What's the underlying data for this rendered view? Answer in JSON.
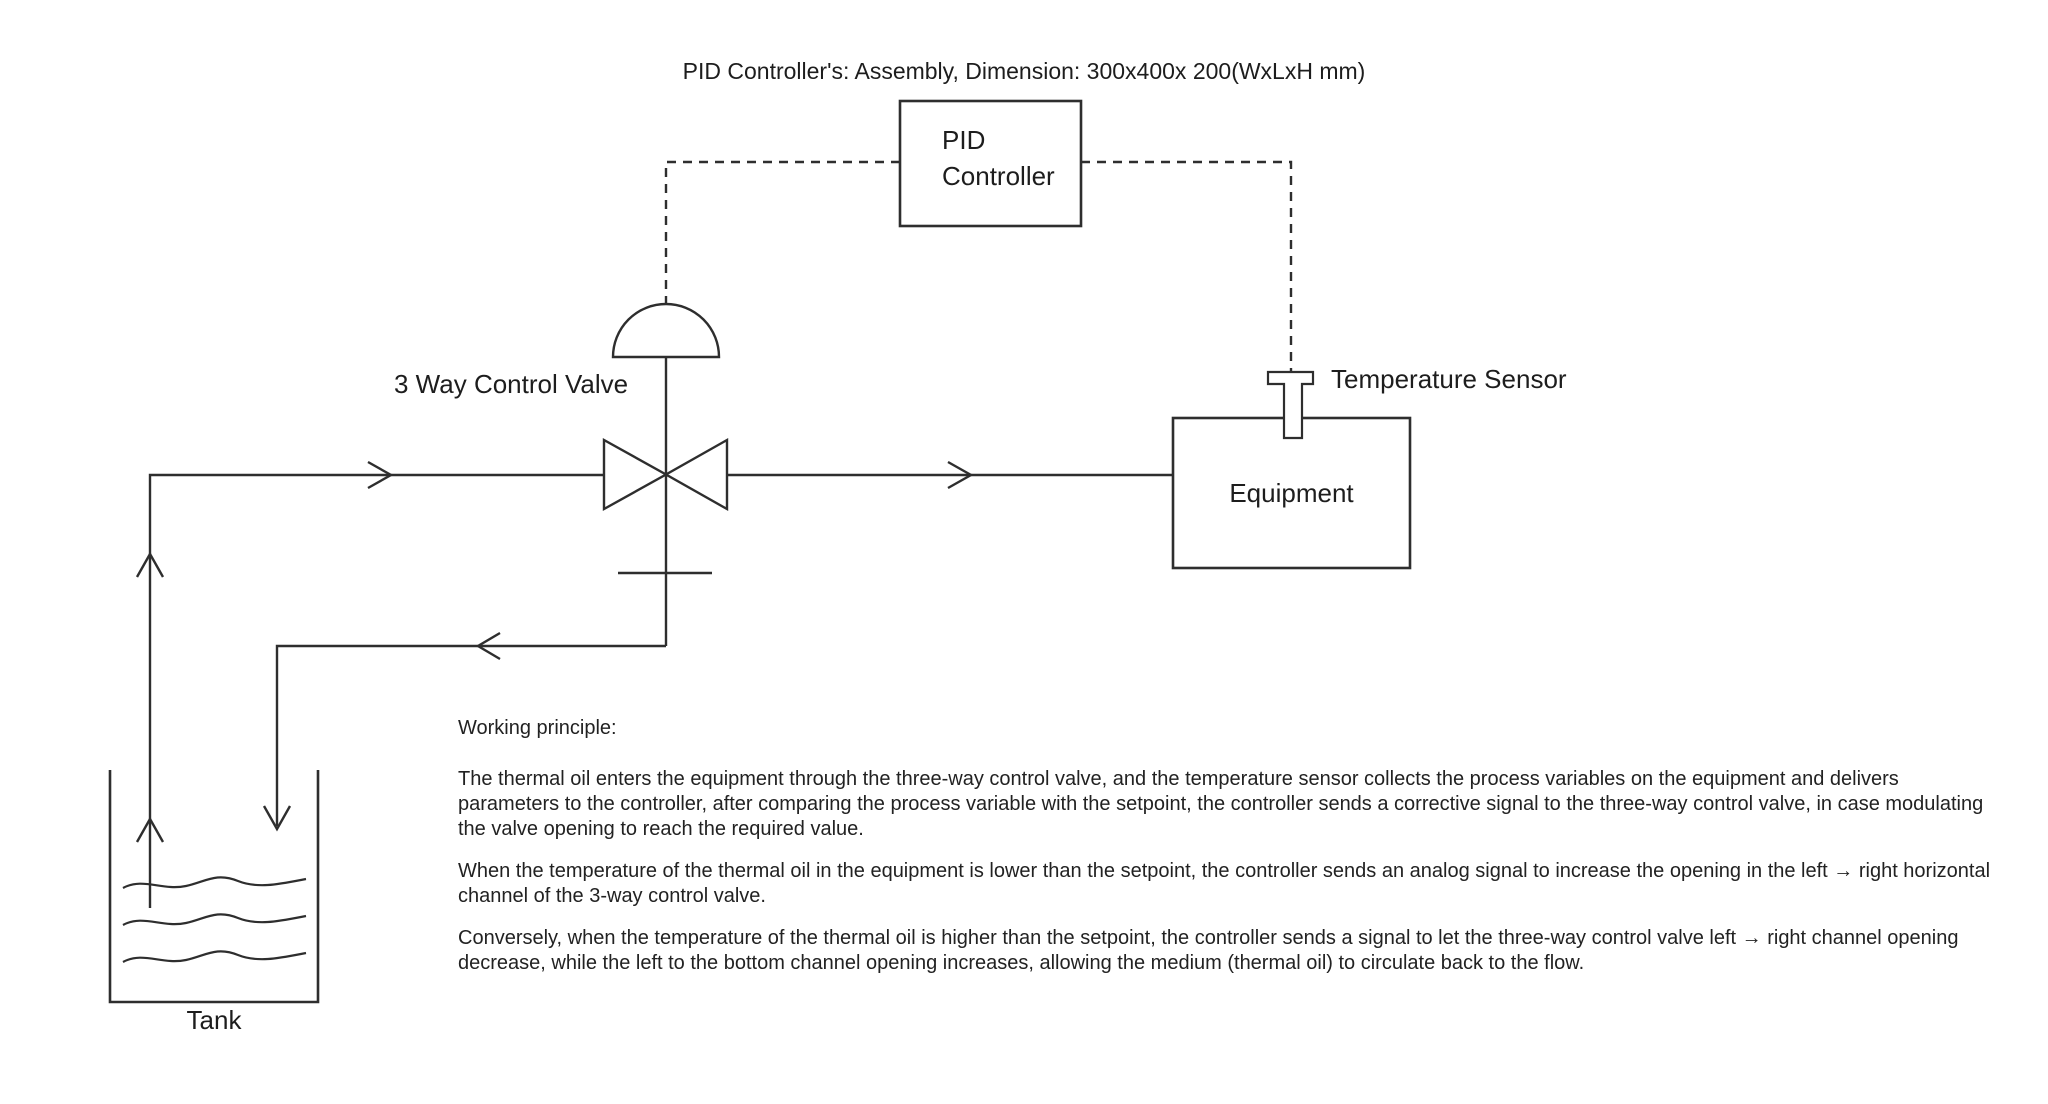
{
  "title": "PID Controller's: Assembly, Dimension: 300x400x 200(WxLxH mm)",
  "diagram": {
    "pid_controller": {
      "line1": "PID",
      "line2": "Controller"
    },
    "valve_label": "3 Way Control Valve",
    "sensor_label": "Temperature Sensor",
    "equipment_label": "Equipment",
    "tank_label": "Tank"
  },
  "working_principle": {
    "heading": "Working principle:",
    "paragraphs": [
      "The thermal oil enters the equipment through the three-way control valve, and the temperature sensor collects the process variables on the equipment and delivers parameters to the controller, after comparing the process variable with the setpoint, the controller sends a corrective signal to the three-way control valve, in case modulating the valve opening to reach the required value.",
      "When the temperature of the thermal oil in the equipment is lower than the setpoint, the controller sends an analog signal to increase the opening in the left → right horizontal channel of the 3-way control valve.",
      "Conversely, when the temperature of the thermal oil is higher than the setpoint, the controller sends a signal to let the three-way control valve left → right channel opening decrease, while the left to the bottom channel opening increases, allowing the medium (thermal oil) to circulate back to the flow."
    ]
  },
  "colors": {
    "line": "#2e2e2e",
    "text": "#1d1d1d",
    "background": "#ffffff"
  }
}
